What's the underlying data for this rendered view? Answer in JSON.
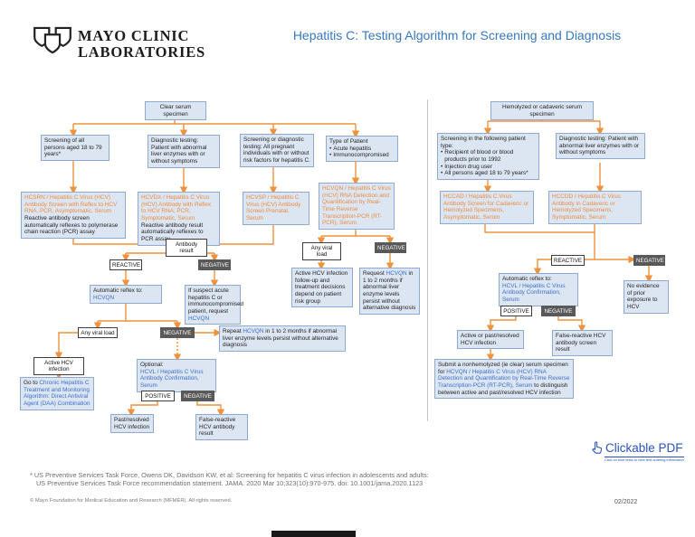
{
  "header": {
    "brand_line1": "MAYO CLINIC",
    "brand_line2": "LABORATORIES",
    "title": "Hepatitis C: Testing Algorithm for Screening and Diagnosis"
  },
  "ui": {
    "bullet": "•"
  },
  "colors": {
    "accent_orange": "#F0913B",
    "link_blue": "#3E6EC6",
    "link_orange": "#EE8A3C",
    "box_fill": "#DCE6F3",
    "box_border": "#8FAAD0",
    "dark_label": "#595959",
    "title_blue": "#3878BE"
  },
  "left": {
    "root": "Clear serum specimen",
    "branch_screening": "Screening of all persons aged 18 to 79 years*",
    "branch_diagnostic": "Diagnostic testing: Patient with abnormal liver enzymes with or without symptoms",
    "branch_prenatal": "Screening or diagnostic testing: All pregnant individuals with or without risk factors for hepatitis C.",
    "type_of_patient": {
      "title": "Type of Patient",
      "items": [
        "Acute hepatitis",
        "Immunocompromised"
      ]
    },
    "hcsrn": {
      "link": "HCSRN / Hepatitis C Virus (HCV) Antibody Screen with Reflex to HCV RNA, PCR, Asymptomatic, Serum",
      "note": "Reactive antibody screen automatically reflexes to polymerase chain reaction (PCR) assay"
    },
    "hcvdx": {
      "link": "HCVDX / Hepatitis C Virus (HCV) Antibody with Reflex to HCV RNA, PCR, Symptomatic, Serum",
      "note": "Reactive antibody result automatically reflexes to PCR assay"
    },
    "hcvsp": {
      "link": "HCVSP / Hepatitis C Virus (HCV) Antibody Screen Prenatal, Serum"
    },
    "hcvqn": {
      "link": "HCVQN / Hepatitis C Virus (HCV) RNA Detection and Quantification by Real-Time Reverse Transcription-PCR (RT-PCR), Serum"
    },
    "antibody_result": "Antibody result",
    "reactive": "REACTIVE",
    "negative": "NEGATIVE",
    "positive": "POSITIVE",
    "any_viral_load": "Any viral load",
    "auto_reflex": {
      "prefix": "Automatic reflex to: ",
      "link": "HCVQN"
    },
    "suspect": {
      "prefix": "If suspect acute hepatitis C or immunocompromised patient, request ",
      "link": "HCVQN"
    },
    "repeat": {
      "prefix": "Repeat ",
      "link": "HCVQN",
      "suffix": " in 1 to 2 months if abnormal liver enzyme levels persist without alternative diagnosis"
    },
    "active_infection": "Active HCV infection",
    "goto": {
      "prefix": "Go to ",
      "link": "Chronic Hepatitis C Treatment and Monitoring Algorithm: Direct Antiviral Agent (DAA) Combination"
    },
    "optional": {
      "prefix": "Optional:",
      "link": "HCVL / Hepatitis C Virus Antibody Confirmation, Serum"
    },
    "past_resolved": "Past/resolved HCV infection",
    "false_reactive": "False-reactive HCV antibody result",
    "tp_active": "Active HCV infection follow-up and treatment decisions depend on patient risk group",
    "tp_request": {
      "prefix": "Request ",
      "link": "HCVQN",
      "suffix": " in 1 to 2 months if abnormal liver enzyme levels persist without alternative diagnosis"
    }
  },
  "right": {
    "root": "Hemolyzed or cadaveric serum specimen",
    "screening": {
      "title": "Screening in the following patient type:",
      "items": [
        "Recipient of blood or blood products prior to 1992",
        "Injection drug user",
        "All persons aged 18 to 79 years*"
      ]
    },
    "diagnostic": "Diagnostic testing: Patient with abnormal liver enzymes with or without symptoms",
    "hccad": {
      "link": "HCCAD / Hepatitis C Virus Antibody Screen for Cadaveric or Hemolyzed Specimens, Asymptomatic, Serum"
    },
    "hccdd": {
      "link": "HCCDD / Hepatitis C Virus Antibody in Cadaveric or Hemolyzed Specimens, Symptomatic, Serum"
    },
    "reactive": "REACTIVE",
    "negative": "NEGATIVE",
    "positive": "POSITIVE",
    "auto_reflex": {
      "prefix": "Automatic reflex to:",
      "link": "HCVL / Hepatitis C Virus Antibody Confirmation, Serum"
    },
    "no_evidence": "No evidence of prior exposure to HCV",
    "active_past": "Active or past/resolved HCV infection",
    "false_reactive": "False-reactive HCV antibody screen result",
    "submit": {
      "prefix": "Submit a nonhemolyzed (ie clear) serum specimen for ",
      "link": "HCVQN / Hepatitis C Virus (HCV) RNA Detection and Quantification by Real-Time Reverse Transcription-PCR (RT-PCR), Serum",
      "suffix": " to distinguish between active and past/resolved HCV infection"
    }
  },
  "footer": {
    "note_line1": "* US Preventive Services Task Force, Owens DK, Davidson KW, et al: Screening for hepatitis C virus infection in adolescents and adults:",
    "note_line2": "US Preventive Services Task Force recommendation statement. JAMA. 2020 Mar 10;323(10):970-975. doi: 10.1001/jama.2020.1123",
    "copyright": "© Mayo Foundation for Medical Education and Research (MFMER). All rights reserved.",
    "clickable_pdf": "Clickable PDF",
    "clickable_pdf_sub": "Click on blue tests to view test ordering information",
    "date": "02/2022"
  }
}
